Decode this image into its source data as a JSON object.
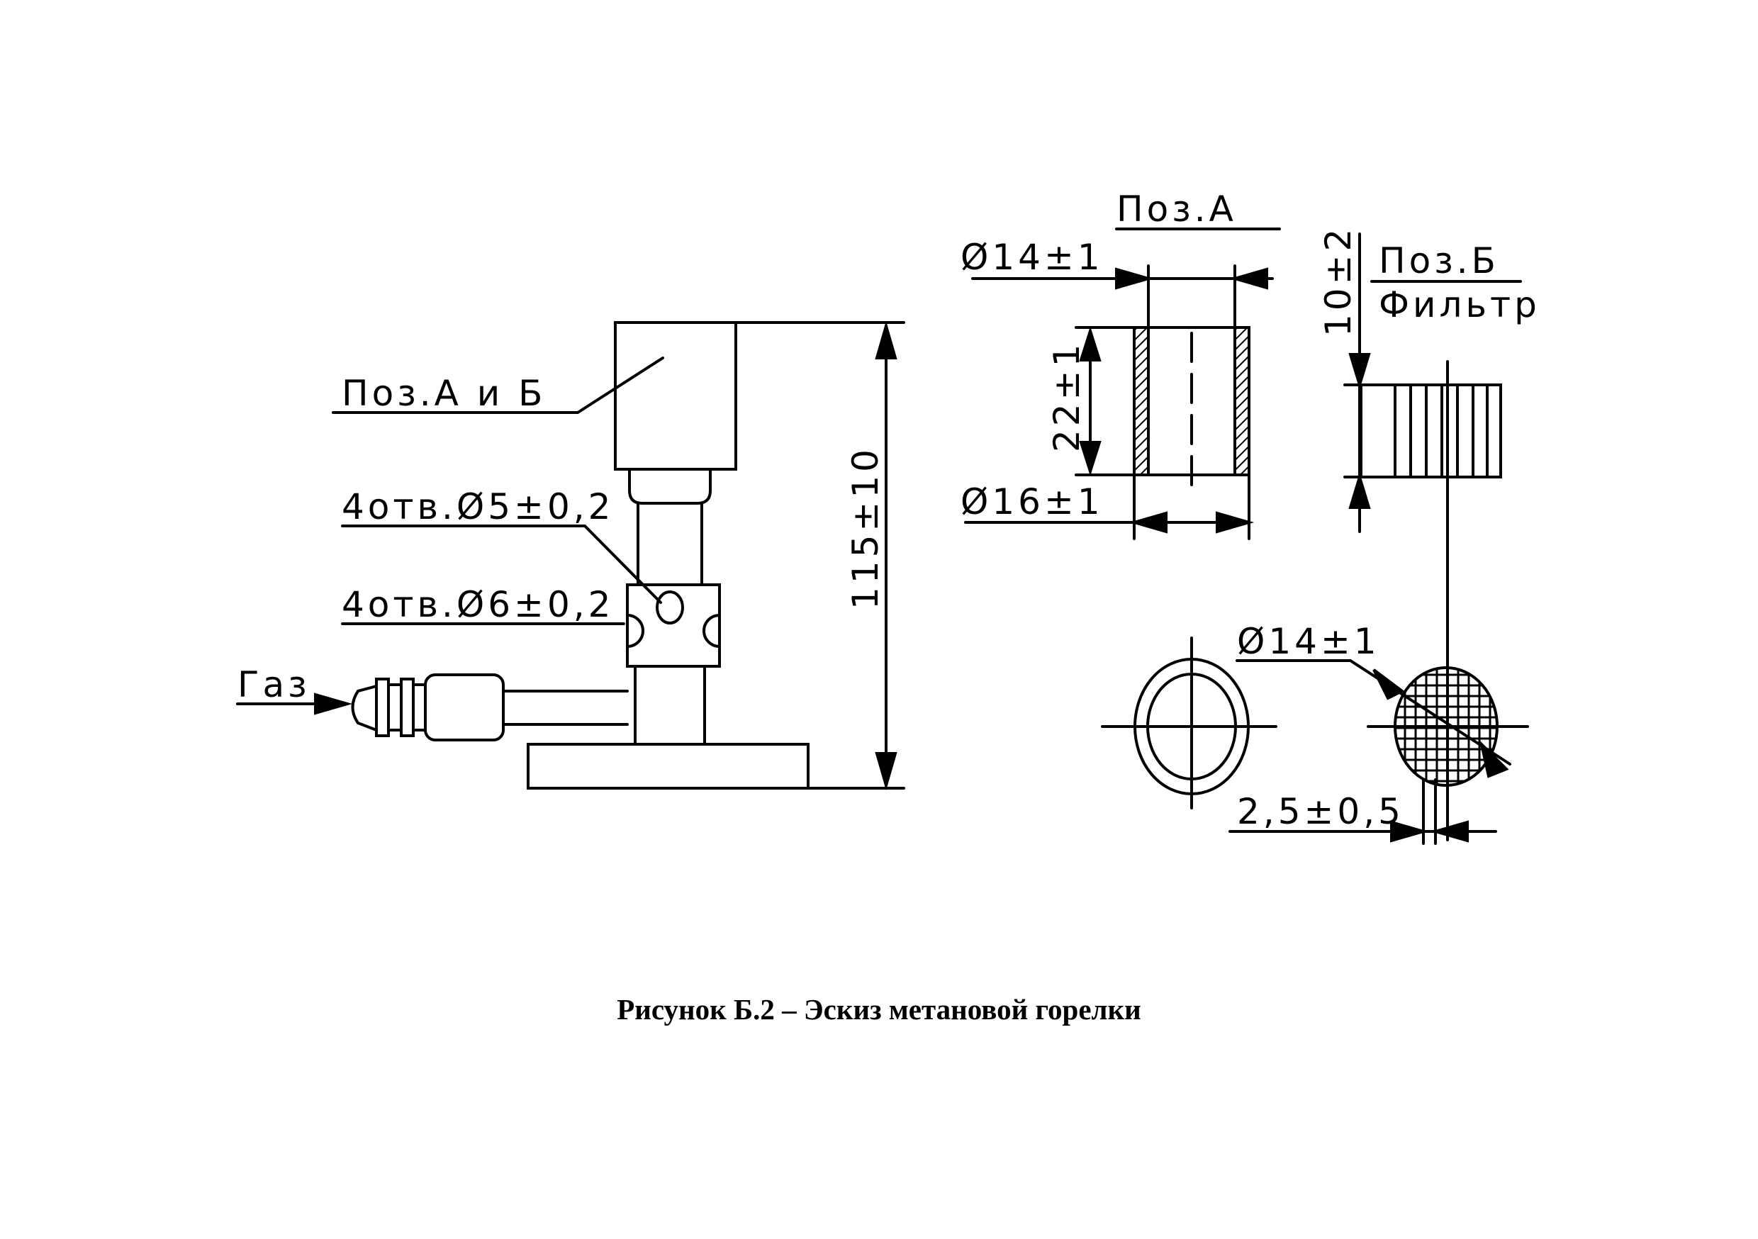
{
  "labels": {
    "poz_a_and_b": "Поз.А и Б",
    "holes_5": "4отв.Ø5±0,2",
    "holes_6": "4отв.Ø6±0,2",
    "gas": "Газ",
    "height_115": "115±10",
    "poz_a": "Поз.А",
    "poz_a_outer_top": "Ø14±1",
    "poz_a_height": "22±1",
    "poz_a_outer_bottom": "Ø16±1",
    "filter_height": "10±2",
    "poz_b": "Поз.Б",
    "filter": "Фильтр",
    "filter_diameter": "Ø14±1",
    "filter_width": "2,5±0,5"
  },
  "caption": "Рисунок Б.2 – Эскиз метановой горелки",
  "colors": {
    "ink": "#000000",
    "paper": "#ffffff"
  }
}
